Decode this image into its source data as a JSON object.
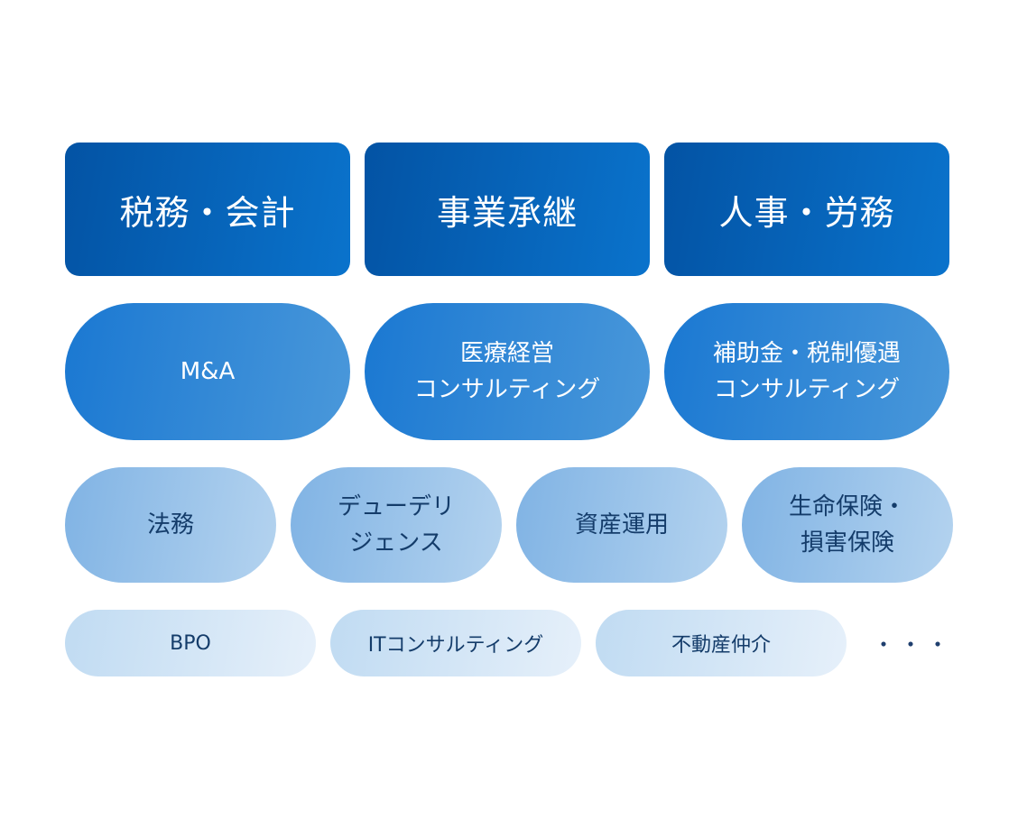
{
  "row1": [
    {
      "label": "税務・会計"
    },
    {
      "label": "事業承継"
    },
    {
      "label": "人事・労務"
    }
  ],
  "row2": [
    {
      "label": "M&A"
    },
    {
      "label": "医療経営\nコンサルティング"
    },
    {
      "label": "補助金・税制優遇\nコンサルティング"
    }
  ],
  "row3": [
    {
      "label": "法務"
    },
    {
      "label": "デューデリ\nジェンス"
    },
    {
      "label": "資産運用"
    },
    {
      "label": "生命保険・\n損害保険"
    }
  ],
  "row4": [
    {
      "label": "BPO"
    },
    {
      "label": "ITコンサルティング"
    },
    {
      "label": "不動産仲介"
    }
  ],
  "more": "・・・",
  "colors": {
    "row1": "#0353a4",
    "row2": "#1a78d2",
    "row3": "#80b3e4",
    "row4": "#c0dbf2",
    "text_dark": "#143c6a"
  }
}
